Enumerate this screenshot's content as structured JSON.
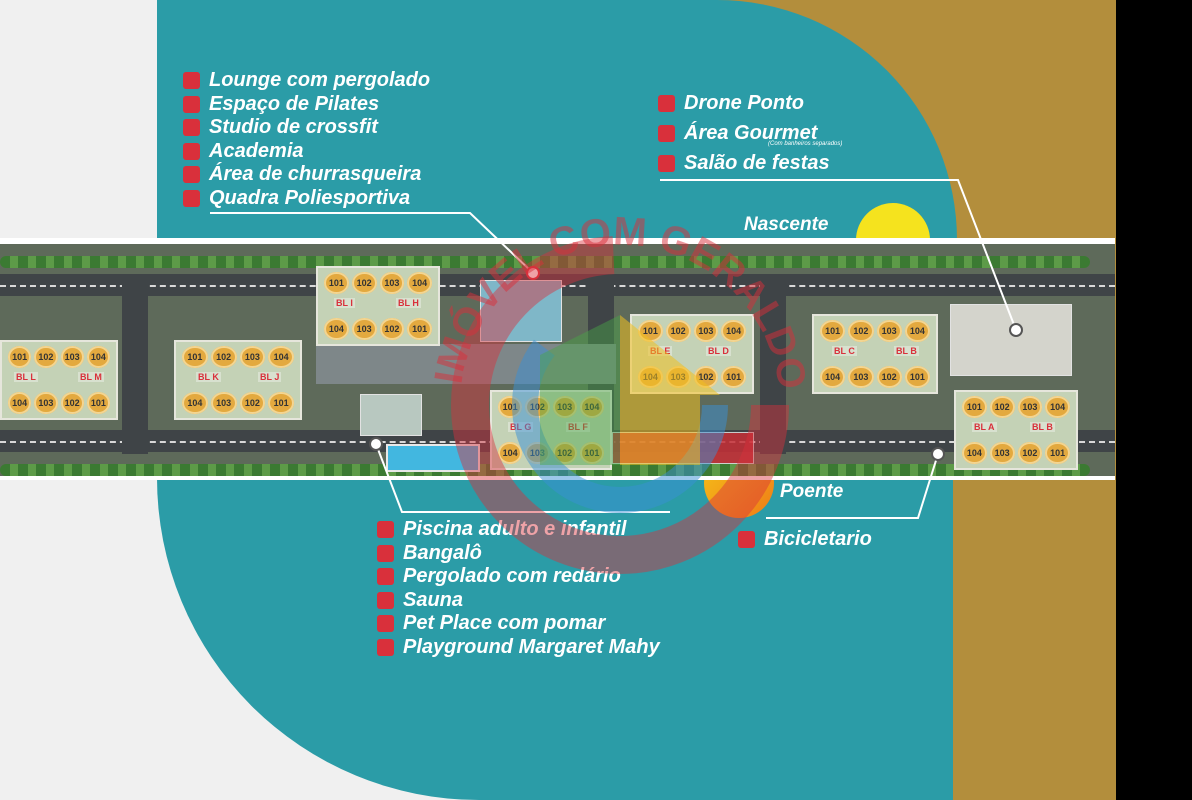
{
  "amenities_top_left": [
    "Lounge com pergolado",
    "Espaço de Pilates",
    "Studio de crossfit",
    "Academia",
    "Área de churrasqueira",
    "Quadra Poliesportiva"
  ],
  "amenities_top_right": [
    "Drone Ponto",
    "Área Gourmet",
    "Salão de festas"
  ],
  "gourmet_note": "(Com banheiros separados)",
  "amenities_bottom_left": [
    "Piscina adulto e infantil",
    "Bangalô",
    "Pergolado com redário",
    "Sauna",
    "Pet Place com pomar",
    "Playground Margaret Mahy"
  ],
  "bicicletario": "Bicicletario",
  "sunrise_label": "Nascente",
  "sunset_label": "Poente",
  "watermark": "IMÓVEL COM GERALDO",
  "unit_numbers_a": [
    "101",
    "102",
    "103",
    "104"
  ],
  "unit_numbers_b": [
    "104",
    "103",
    "102",
    "101"
  ],
  "blocks": [
    {
      "id": "block-l",
      "label": "BL L",
      "label2": "BL M"
    },
    {
      "id": "block-k",
      "label": "BL K",
      "label2": "BL J"
    },
    {
      "id": "block-i",
      "label": "BL I",
      "label2": "BL H"
    },
    {
      "id": "block-g",
      "label": "BL G",
      "label2": "BL F"
    },
    {
      "id": "block-e",
      "label": "BL E",
      "label2": "BL D"
    },
    {
      "id": "block-c",
      "label": "BL C",
      "label2": "BL B"
    },
    {
      "id": "block-a",
      "label": "BL A",
      "label2": "BL B"
    }
  ],
  "colors": {
    "teal": "#2b9ca7",
    "gold": "#b38e3c",
    "bullet": "#d9303b",
    "sun": "#f5e31e",
    "sunset": "#ef7b17"
  }
}
